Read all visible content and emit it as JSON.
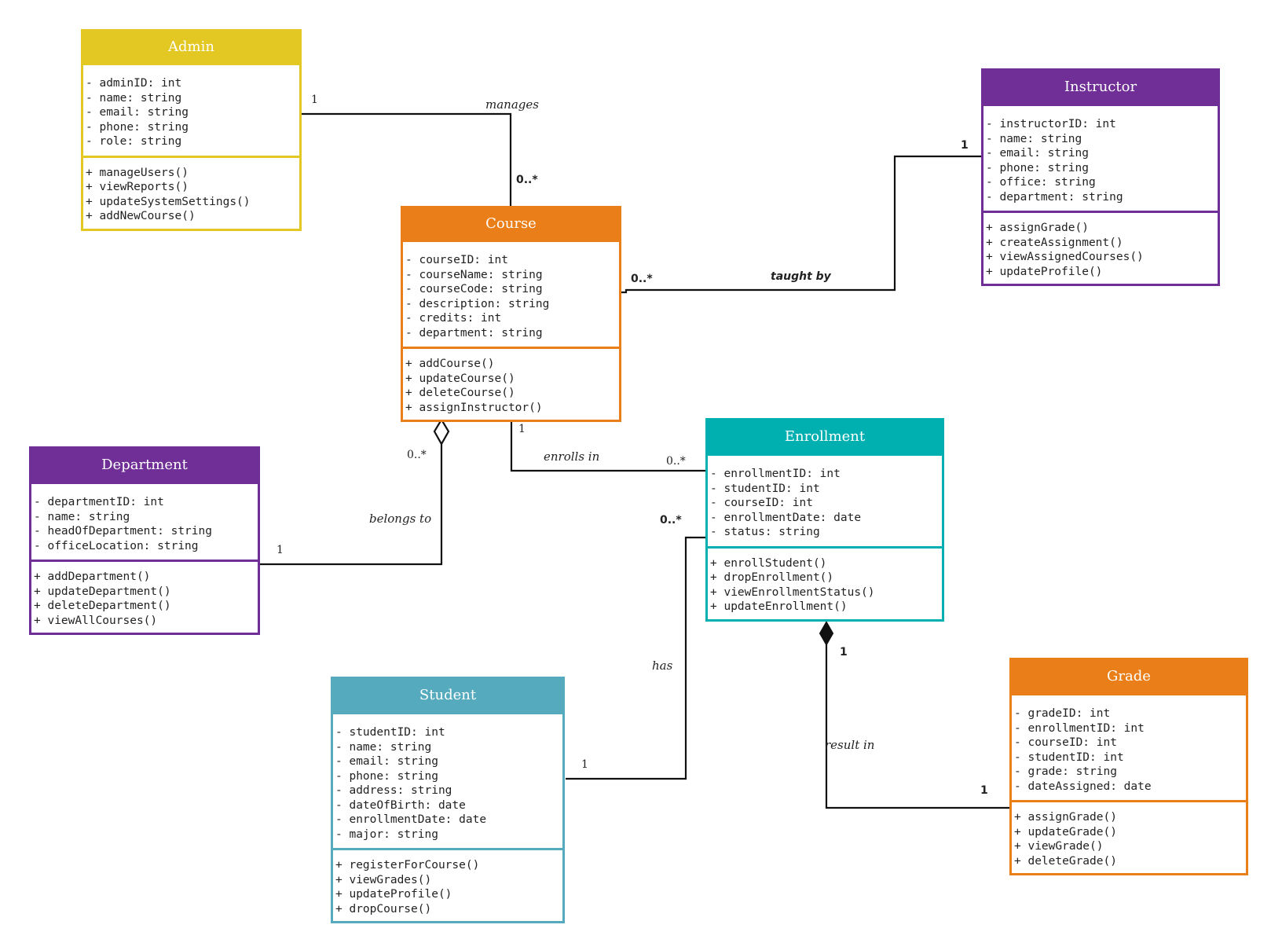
{
  "classes": {
    "admin": {
      "name": "Admin",
      "color": "#E3C824",
      "attributes": [
        "- adminID: int",
        "- name: string",
        "- email: string",
        "- phone: string",
        "- role: string"
      ],
      "operations": [
        "+ manageUsers()",
        "+ viewReports()",
        "+ updateSystemSettings()",
        "+ addNewCourse()"
      ]
    },
    "course": {
      "name": "Course",
      "color": "#EA7E18",
      "attributes": [
        "- courseID: int",
        "- courseName: string",
        "- courseCode: string",
        "- description: string",
        "- credits: int",
        "- department: string"
      ],
      "operations": [
        "+ addCourse()",
        "+ updateCourse()",
        "+ deleteCourse()",
        "+ assignInstructor()"
      ]
    },
    "instructor": {
      "name": "Instructor",
      "color": "#702F96",
      "attributes": [
        "- instructorID: int",
        "- name: string",
        "- email: string",
        "- phone: string",
        "- office: string",
        "- department: string"
      ],
      "operations": [
        "+ assignGrade()",
        "+ createAssignment()",
        "+ viewAssignedCourses()",
        "+ updateProfile()"
      ]
    },
    "department": {
      "name": "Department",
      "color": "#702F96",
      "attributes": [
        "- departmentID: int",
        "- name: string",
        "- headOfDepartment: string",
        "- officeLocation: string"
      ],
      "operations": [
        "+ addDepartment()",
        "+ updateDepartment()",
        "+ deleteDepartment()",
        "+ viewAllCourses()"
      ]
    },
    "enrollment": {
      "name": "Enrollment",
      "color": "#00AFB0",
      "attributes": [
        "- enrollmentID: int",
        "- studentID: int",
        "- courseID: int",
        "- enrollmentDate: date",
        "- status: string"
      ],
      "operations": [
        "+ enrollStudent()",
        "+ dropEnrollment()",
        "+ viewEnrollmentStatus()",
        "+ updateEnrollment()"
      ]
    },
    "student": {
      "name": "Student",
      "color": "#55ABBD",
      "attributes": [
        "- studentID: int",
        "- name: string",
        "- email: string",
        "- phone: string",
        "- address: string",
        "- dateOfBirth: date",
        "- enrollmentDate: date",
        "- major: string"
      ],
      "operations": [
        "+ registerForCourse()",
        "+ viewGrades()",
        "+ updateProfile()",
        "+ dropCourse()"
      ]
    },
    "grade": {
      "name": "Grade",
      "color": "#EA7E18",
      "attributes": [
        "- gradeID: int",
        "- enrollmentID: int",
        "- courseID: int",
        "- studentID: int",
        "- grade: string",
        "- dateAssigned: date"
      ],
      "operations": [
        "+ assignGrade()",
        "+ updateGrade()",
        "+ viewGrade()",
        "+ deleteGrade()"
      ]
    }
  },
  "relations": {
    "manages": {
      "label": "manages",
      "source_mult": "1",
      "target_mult": "0..*"
    },
    "taught_by": {
      "label": "taught by",
      "source_mult": "0..*",
      "target_mult": "1"
    },
    "belongs_to": {
      "label": "belongs to",
      "source_mult": "0..*",
      "target_mult": "1"
    },
    "enrolls_in": {
      "label": "enrolls in",
      "source_mult": "1",
      "target_mult": "0..*"
    },
    "has": {
      "label": "has",
      "source_mult": "0..*",
      "target_mult": "1"
    },
    "result_in": {
      "label": "result in",
      "source_mult": "1",
      "target_mult": "1"
    }
  }
}
